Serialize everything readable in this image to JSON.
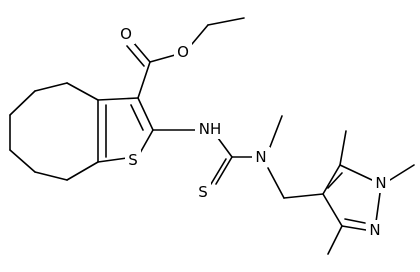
{
  "molecule": {
    "atom_labels": {
      "o_carbonyl": "O",
      "o_ester": "O",
      "s_ring": "S",
      "nh": "NH",
      "n_methyl": "N",
      "s_thio": "S",
      "n_pyrazole_1": "N",
      "n_pyrazole_2": "N"
    }
  },
  "colors": {
    "bond": "#000000",
    "label": "#000000",
    "background": "#ffffff"
  }
}
